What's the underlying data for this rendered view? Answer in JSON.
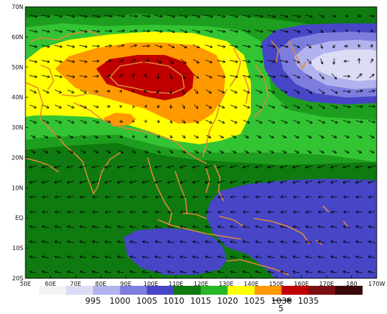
{
  "map": {
    "lat_labels": [
      "70N",
      "60N",
      "50N",
      "40N",
      "30N",
      "20N",
      "10N",
      "EQ",
      "10S",
      "20S"
    ],
    "lon_labels": [
      "50E",
      "60E",
      "70E",
      "80E",
      "90E",
      "100E",
      "110E",
      "120E",
      "130E",
      "140E",
      "150E",
      "160E",
      "170E",
      "180",
      "170W"
    ],
    "lat_range": [
      -20,
      70
    ],
    "lon_range": [
      50,
      190
    ],
    "wind_reference": {
      "label": "5"
    }
  },
  "legend": {
    "bins": [
      {
        "label": "",
        "color": "#f3f3f3"
      },
      {
        "label": "995",
        "color": "#dcdcf5"
      },
      {
        "label": "1000",
        "color": "#b2b2ee"
      },
      {
        "label": "1005",
        "color": "#7d7dde"
      },
      {
        "label": "1010",
        "color": "#4646c6"
      },
      {
        "label": "1015",
        "color": "#0f7a0f"
      },
      {
        "label": "1020",
        "color": "#26b626"
      },
      {
        "label": "1025",
        "color": "#ffff00"
      },
      {
        "label": "1030",
        "color": "#ff9900"
      },
      {
        "label": "1035",
        "color": "#c00000"
      },
      {
        "label": "",
        "color": "#7a1010"
      },
      {
        "label": "",
        "color": "#3a0808"
      }
    ]
  },
  "colors": {
    "green_dark": "#0f7a0f",
    "green_mid": "#1e9e1e",
    "green_light": "#33c433",
    "yellow": "#ffff00",
    "orange": "#ff9900",
    "red": "#c00000",
    "blue_1010": "#4646c6",
    "blue_1005": "#7d7dde",
    "blue_1000": "#b2b2ee",
    "blue_995": "#dcdcf5",
    "coast": "#e08a3a"
  }
}
